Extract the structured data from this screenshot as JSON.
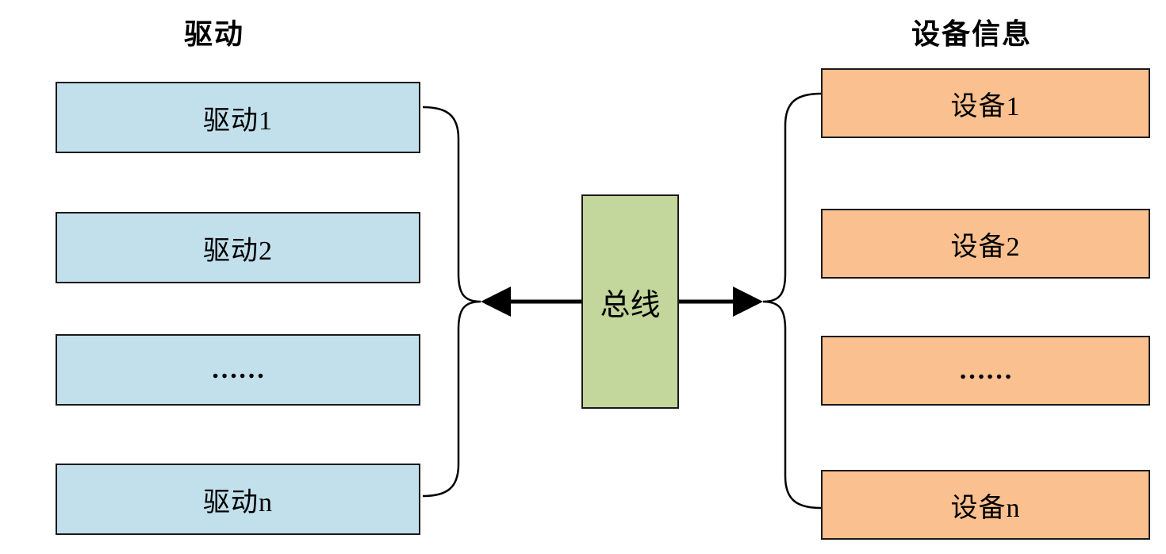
{
  "diagram": {
    "left_title": "驱动",
    "right_title": "设备信息",
    "bus_label": "总线",
    "left_boxes": [
      "驱动1",
      "驱动2",
      "……",
      "驱动n"
    ],
    "right_boxes": [
      "设备1",
      "设备2",
      "……",
      "设备n"
    ],
    "colors": {
      "background": "#ffffff",
      "left_box_fill": "#c2e0ec",
      "right_box_fill": "#fac08f",
      "bus_fill": "#c3d69b",
      "line": "#000000"
    }
  }
}
